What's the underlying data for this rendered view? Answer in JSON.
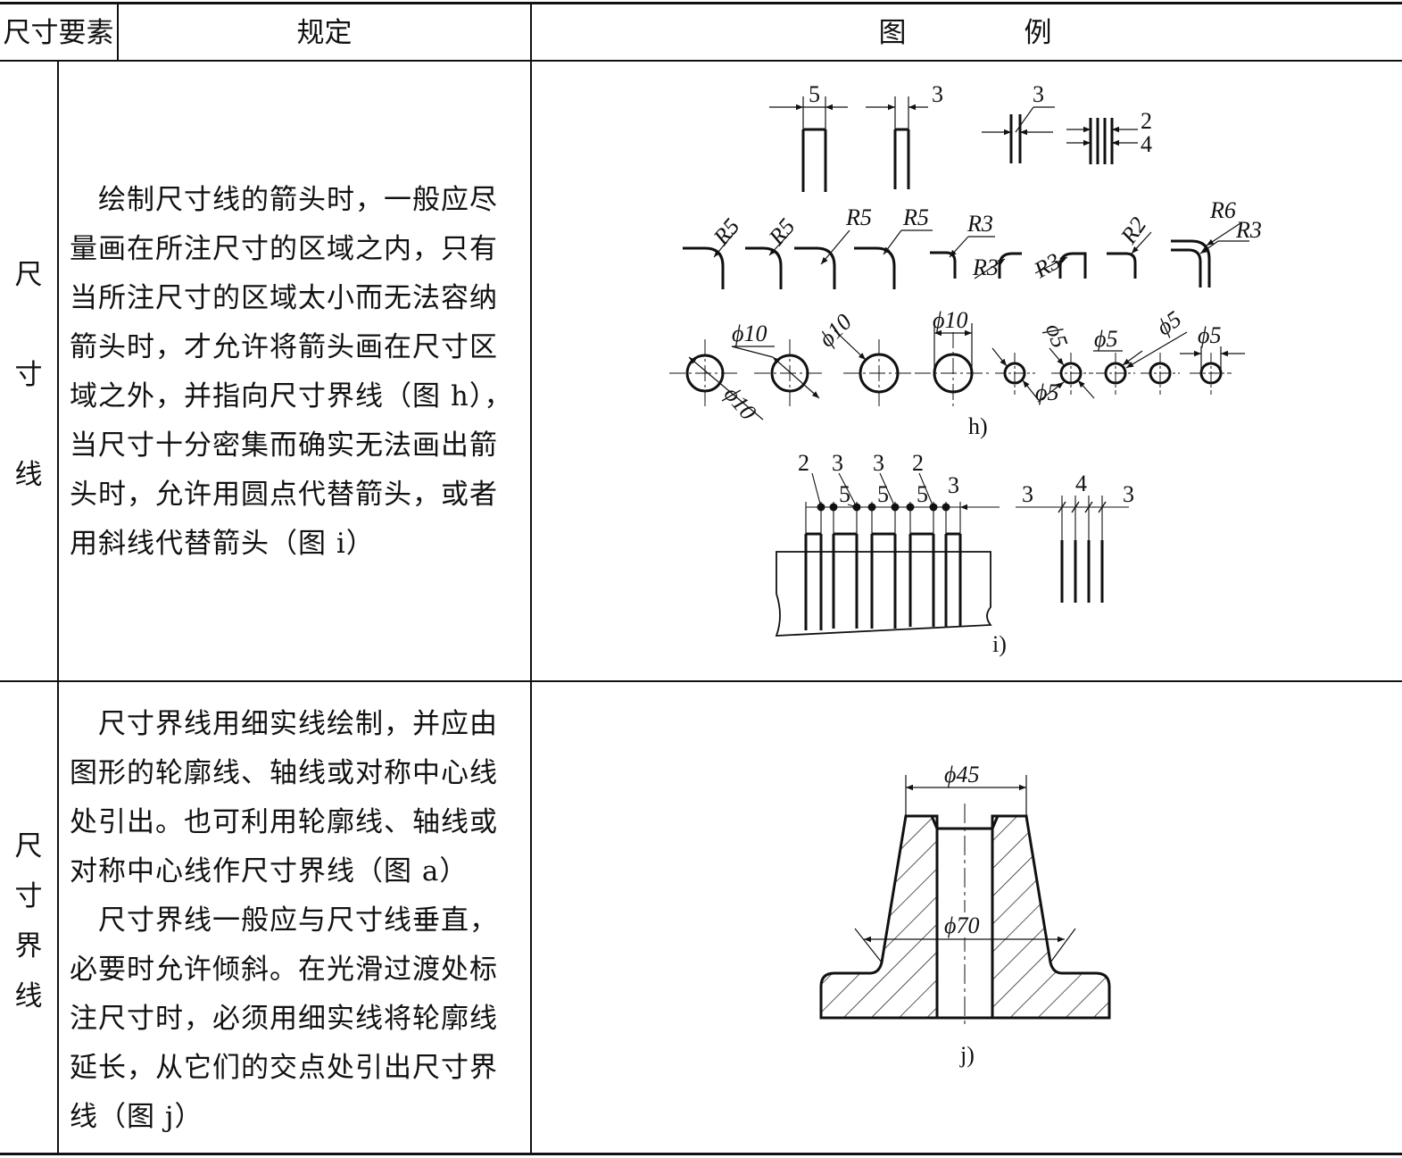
{
  "header": {
    "col1": "尺寸要素",
    "col2": "规定",
    "col3_a": "图",
    "col3_b": "例"
  },
  "rows": [
    {
      "element_chars": [
        "尺",
        "寸",
        "线"
      ],
      "rule_lines": [
        "　绘制尺寸线的箭头时，一般应尽",
        "量画在所注尺寸的区域之内，只有",
        "当所注尺寸的区域太小而无法容纳",
        "箭头时，才允许将箭头画在尺寸区",
        "域之外，并指向尺寸界线（图 h），",
        "当尺寸十分密集而确实无法画出箭",
        "头时，允许用圆点代替箭头，或者",
        "用斜线代替箭头（图 i）"
      ]
    },
    {
      "element_chars": [
        "尺",
        "寸",
        "界",
        "线"
      ],
      "rule_lines": [
        "　尺寸界线用细实线绘制，并应由",
        "图形的轮廓线、轴线或对称中心线",
        "处引出。也可利用轮廓线、轴线或",
        "对称中心线作尺寸界线（图 a）",
        "　尺寸界线一般应与尺寸线垂直，",
        "必要时允许倾斜。在光滑过渡处标",
        "注尺寸时，必须用细实线将轮廓线",
        "延长，从它们的交点处引出尺寸界",
        "线（图 j）"
      ]
    }
  ],
  "figure_h": {
    "caption": "h)",
    "labels": {
      "d5": "5",
      "d3a": "3",
      "d3b": "3",
      "d2": "2",
      "d4": "4",
      "r5a": "R5",
      "r5b": "R5",
      "r5c": "R5",
      "r5d": "R5",
      "r3a": "R3",
      "r3b": "R3",
      "r3c": "R3",
      "r2": "R2",
      "r6": "R6",
      "r3d": "R3",
      "p10a": "ϕ10",
      "p10b": "ϕ10",
      "p10c": "ϕ10",
      "p10d": "ϕ10",
      "p5a": "ϕ5",
      "p5b": "ϕ5",
      "p5c": "ϕ5",
      "p5d": "ϕ5",
      "p5e": "ϕ5"
    }
  },
  "figure_i": {
    "caption": "i)",
    "labels": {
      "t2a": "2",
      "t3a": "3",
      "t3b": "3",
      "t2b": "2",
      "m5a": "5",
      "m5b": "5",
      "m5c": "5",
      "m3": "3",
      "r3l": "3",
      "r4": "4",
      "r3r": "3"
    }
  },
  "figure_j": {
    "caption": "j)",
    "labels": {
      "top": "ϕ45",
      "mid": "ϕ70"
    }
  }
}
